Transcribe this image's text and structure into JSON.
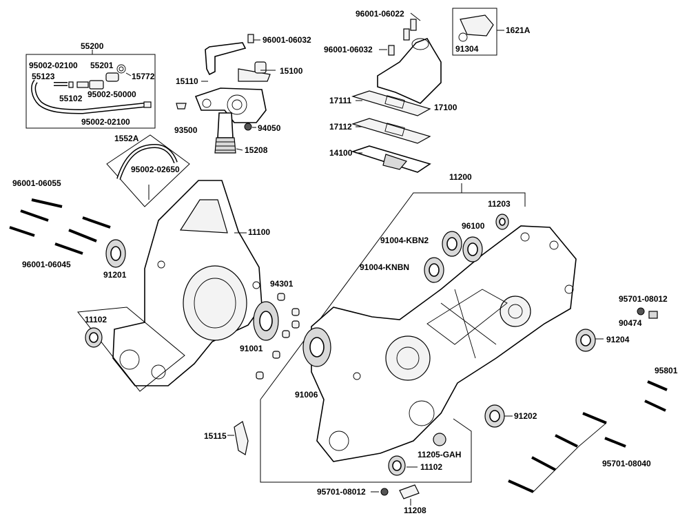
{
  "labels": {
    "l_55200": "55200",
    "l_95002_02100_a": "95002-02100",
    "l_55201": "55201",
    "l_15772": "15772",
    "l_55123": "55123",
    "l_55102": "55102",
    "l_95002_50000": "95002-50000",
    "l_95002_02100_b": "95002-02100",
    "l_96001_06032_a": "96001-06032",
    "l_15100": "15100",
    "l_15110": "15110",
    "l_93500": "93500",
    "l_94050": "94050",
    "l_15208": "15208",
    "l_1552A": "1552A",
    "l_95002_02650": "95002-02650",
    "l_96001_06022": "96001-06022",
    "l_96001_06032_b": "96001-06032",
    "l_1621A": "1621A",
    "l_91304": "91304",
    "l_17111": "17111",
    "l_17100": "17100",
    "l_17112": "17112",
    "l_14100": "14100",
    "l_11200": "11200",
    "l_11203": "11203",
    "l_96100": "96100",
    "l_91004_KBN2": "91004-KBN2",
    "l_91004_KNBN": "91004-KNBN",
    "l_96001_06055": "96001-06055",
    "l_96001_06045": "96001-06045",
    "l_11100": "11100",
    "l_91201": "91201",
    "l_94301": "94301",
    "l_11102_a": "11102",
    "l_91001": "91001",
    "l_91006": "91006",
    "l_95701_08012_a": "95701-08012",
    "l_90474": "90474",
    "l_91204": "91204",
    "l_95801": "95801",
    "l_91202": "91202",
    "l_15115": "15115",
    "l_11205_GAH": "11205-GAH",
    "l_11102_b": "11102",
    "l_95701_08040": "95701-08040",
    "l_95701_08012_b": "95701-08012",
    "l_11208": "11208"
  }
}
